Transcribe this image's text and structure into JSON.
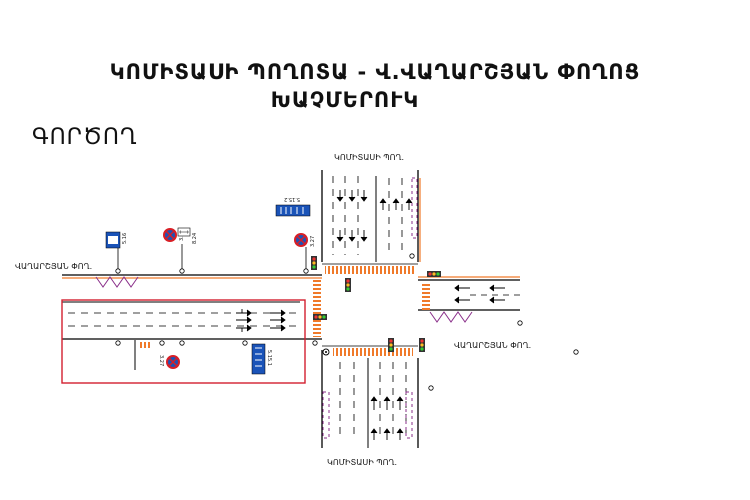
{
  "header": {
    "title_line1": "ԿՈՄԻՏԱՍԻ ՊՈՂՈՏԱ - Վ.ՎԱՂԱՐՇՅԱՆ ՓՈՂՈՑ",
    "title_line2": "ԽԱՉՄԵՐՈՒԿ"
  },
  "section_label": "ԳՈՐԾՈՂ",
  "streets": {
    "north": "ԿՈՄԻՏԱՍԻ ՊՈՂ.",
    "south": "ԿՈՄԻՏԱՍԻ ՊՈՂ.",
    "west": "ՎԱՂԱՐՇՅԱՆ ՓՈՂ.",
    "east": "ՎԱՂԱՐՇՅԱՆ ՓՈՂ."
  },
  "signs": {
    "sign_516": "5.16",
    "sign_327_a": "3.27",
    "sign_327_b": "3.27",
    "sign_327_c": "3.27",
    "sign_824": "8.24",
    "sign_5152": "5.15.2",
    "sign_5151": "5.15.1"
  },
  "colors": {
    "road_line": "#000000",
    "crosswalk": "#f07a2a",
    "highlight_frame": "#d21f2f",
    "barrier": "#8a2f8a",
    "sign_blue": "#1a53b8",
    "sign_red": "#d81f26"
  }
}
